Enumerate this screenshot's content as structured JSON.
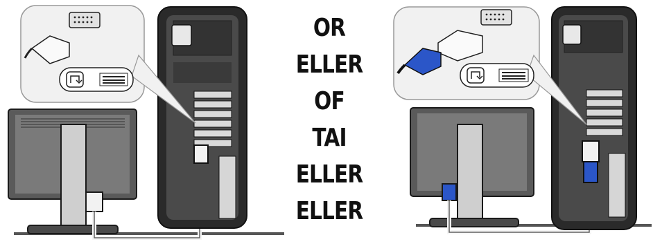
{
  "separator_words": [
    "OR",
    "ELLER",
    "OF",
    "TAI",
    "ELLER",
    "ELLER"
  ],
  "left_illustration": {
    "connector": "dvi-connector",
    "adapter": "none",
    "callout_icons": [
      "display-port-icon",
      "dvi-port-icon"
    ]
  },
  "right_illustration": {
    "connector": "vga-connector",
    "adapter": "dvi-to-vga-adapter",
    "callout_icons": [
      "display-port-icon",
      "dvi-port-icon"
    ]
  },
  "colors": {
    "vga_blue": "#2b56c8",
    "connector_white": "#f2f2f2",
    "outline": "#1a1a1a",
    "tower_dark": "#2a2a2a",
    "callout_bg": "#f1f1f1"
  }
}
